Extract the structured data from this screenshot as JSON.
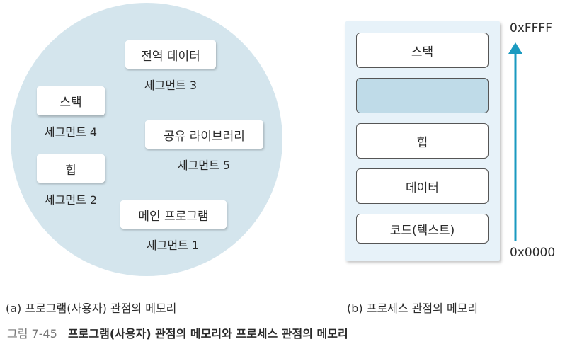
{
  "program_view": {
    "segments": [
      {
        "name": "전역 데이터",
        "label": "세그먼트 3"
      },
      {
        "name": "스택",
        "label": "세그먼트 4"
      },
      {
        "name": "공유 라이브러리",
        "label": "세그먼트 5"
      },
      {
        "name": "힙",
        "label": "세그먼트 2"
      },
      {
        "name": "메인 프로그램",
        "label": "세그먼트 1"
      }
    ],
    "caption": "(a) 프로그램(사용자) 관점의 메모리"
  },
  "process_view": {
    "blocks": [
      "스택",
      "",
      "힙",
      "데이터",
      "코드(텍스트)"
    ],
    "address_high": "0xFFFF",
    "address_low": "0x0000",
    "caption": "(b) 프로세스 관점의 메모리"
  },
  "figure": {
    "number": "그림 7-45",
    "title": "프로그램(사용자) 관점의 메모리와 프로세스 관점의 메모리"
  },
  "colors": {
    "circle": "#d4e5ed",
    "panel": "#e7f2f9",
    "free_block": "#bfdbe8",
    "arrow": "#1a9ac0"
  }
}
